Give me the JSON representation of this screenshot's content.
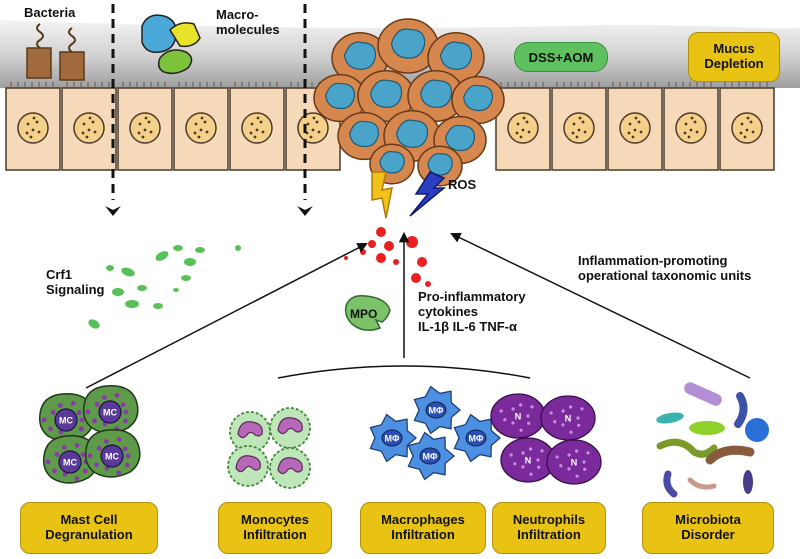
{
  "top_labels": {
    "bacteria": "Bacteria",
    "macromolecules_line1": "Macro-",
    "macromolecules_line2": "molecules",
    "dss_aom": "DSS+AOM",
    "mucus_line1": "Mucus",
    "mucus_line2": "Depletion"
  },
  "middle_labels": {
    "ros": "ROS",
    "crf1_line1": "Crf1",
    "crf1_line2": "Signaling",
    "mpo": "MPO",
    "cytokines_line1": "Pro-inflammatory",
    "cytokines_line2": "cytokines",
    "cytokines_line3": "IL-1β IL-6 TNF-α",
    "otu_line1": "Inflammation-promoting",
    "otu_line2": "operational taxonomic units"
  },
  "cell_marks": {
    "mast": "MC",
    "macrophage": "MΦ",
    "neutrophil": "N"
  },
  "bottom_pills": [
    {
      "line1": "Mast Cell",
      "line2": "Degranulation"
    },
    {
      "line1": "Monocytes",
      "line2": "Infiltration"
    },
    {
      "line1": "Macrophages",
      "line2": "Infiltration"
    },
    {
      "line1": "Neutrophils",
      "line2": "Infiltration"
    },
    {
      "line1": "Microbiota",
      "line2": "Disorder"
    }
  ],
  "colors": {
    "pill": "#e8c313",
    "epithelium": "#f6d9b8",
    "tumor_outer": "#d5874e",
    "tumor_nucleus": "#4aa3c9",
    "blood": "#e82020",
    "green_particles": "#58c058",
    "mast_cell": "#5e9a4a",
    "macrophage": "#4d8fe0",
    "neutrophil": "#7a2a9a"
  }
}
